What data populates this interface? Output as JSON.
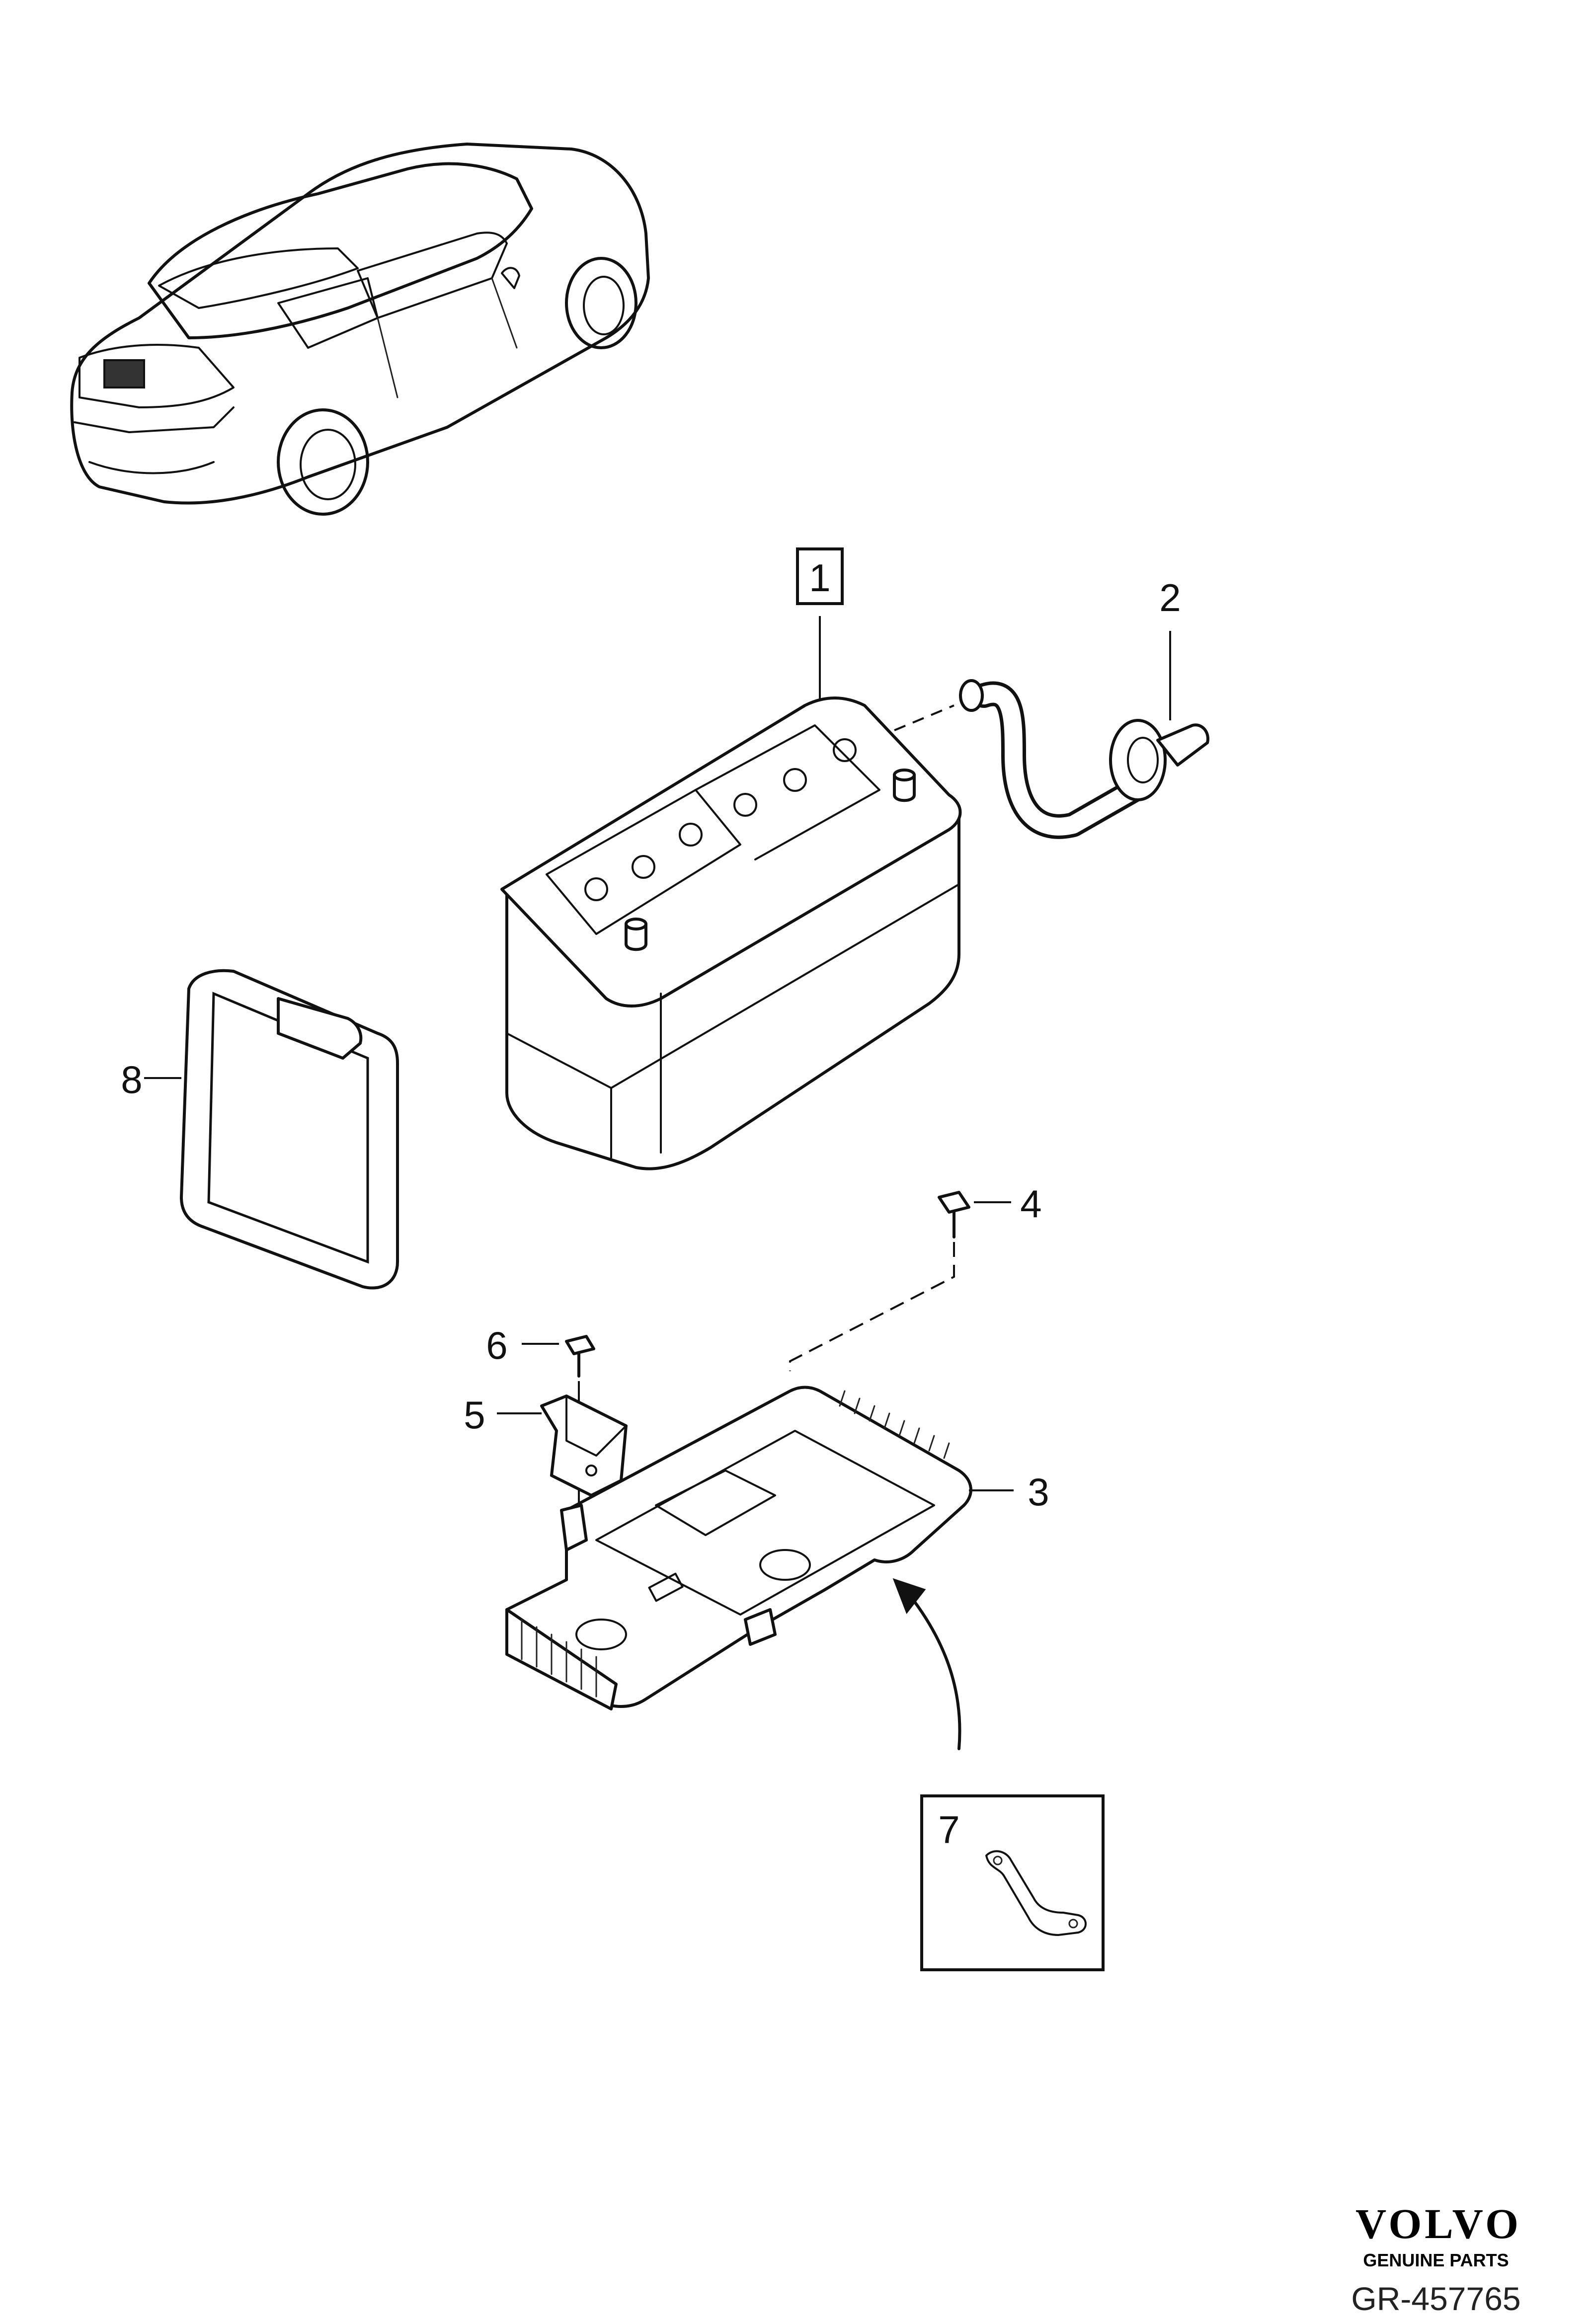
{
  "callouts": {
    "battery": "1",
    "vent_hose": "2",
    "battery_tray": "3",
    "tray_bolt": "4",
    "bracket": "5",
    "bracket_bolt": "6",
    "ground_strap": "7",
    "insulation_cover": "8"
  },
  "branding": {
    "logo": "VOLVO",
    "subtitle": "GENUINE PARTS"
  },
  "reference": "GR-457765",
  "colors": {
    "line": "#111111",
    "background": "#ffffff"
  }
}
